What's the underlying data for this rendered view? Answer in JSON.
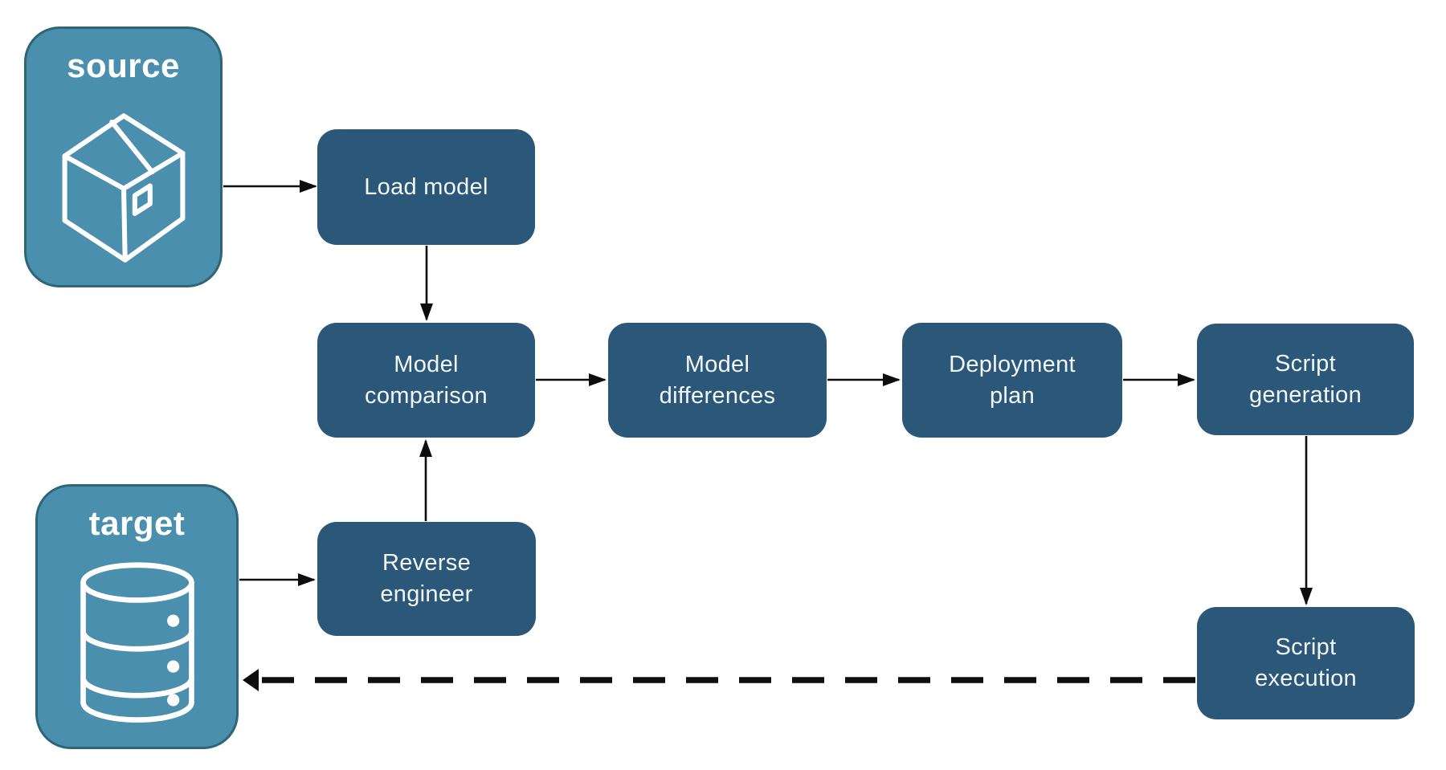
{
  "colors": {
    "node_fill": "#2b5778",
    "node_text": "#f2f6f8",
    "entity_fill": "#4b8fae",
    "entity_border": "#2e6577",
    "entity_text": "#ffffff",
    "arrow": "#0d0d0d",
    "background": "#ffffff"
  },
  "entities": {
    "source": {
      "label": "source",
      "icon": "package-icon"
    },
    "target": {
      "label": "target",
      "icon": "database-icon"
    }
  },
  "nodes": [
    {
      "id": "load-model",
      "label": "Load model"
    },
    {
      "id": "model-comparison",
      "label": "Model\ncomparison"
    },
    {
      "id": "model-differences",
      "label": "Model\ndifferences"
    },
    {
      "id": "deployment-plan",
      "label": "Deployment\nplan"
    },
    {
      "id": "script-generation",
      "label": "Script\ngeneration"
    },
    {
      "id": "reverse-engineer",
      "label": "Reverse\nengineer"
    },
    {
      "id": "script-execution",
      "label": "Script\nexecution"
    }
  ],
  "edges": [
    {
      "from": "source",
      "to": "load-model",
      "style": "solid"
    },
    {
      "from": "load-model",
      "to": "model-comparison",
      "style": "solid"
    },
    {
      "from": "model-comparison",
      "to": "model-differences",
      "style": "solid"
    },
    {
      "from": "model-differences",
      "to": "deployment-plan",
      "style": "solid"
    },
    {
      "from": "deployment-plan",
      "to": "script-generation",
      "style": "solid"
    },
    {
      "from": "script-generation",
      "to": "script-execution",
      "style": "solid"
    },
    {
      "from": "target",
      "to": "reverse-engineer",
      "style": "solid"
    },
    {
      "from": "reverse-engineer",
      "to": "model-comparison",
      "style": "solid"
    },
    {
      "from": "script-execution",
      "to": "target",
      "style": "dashed"
    }
  ]
}
